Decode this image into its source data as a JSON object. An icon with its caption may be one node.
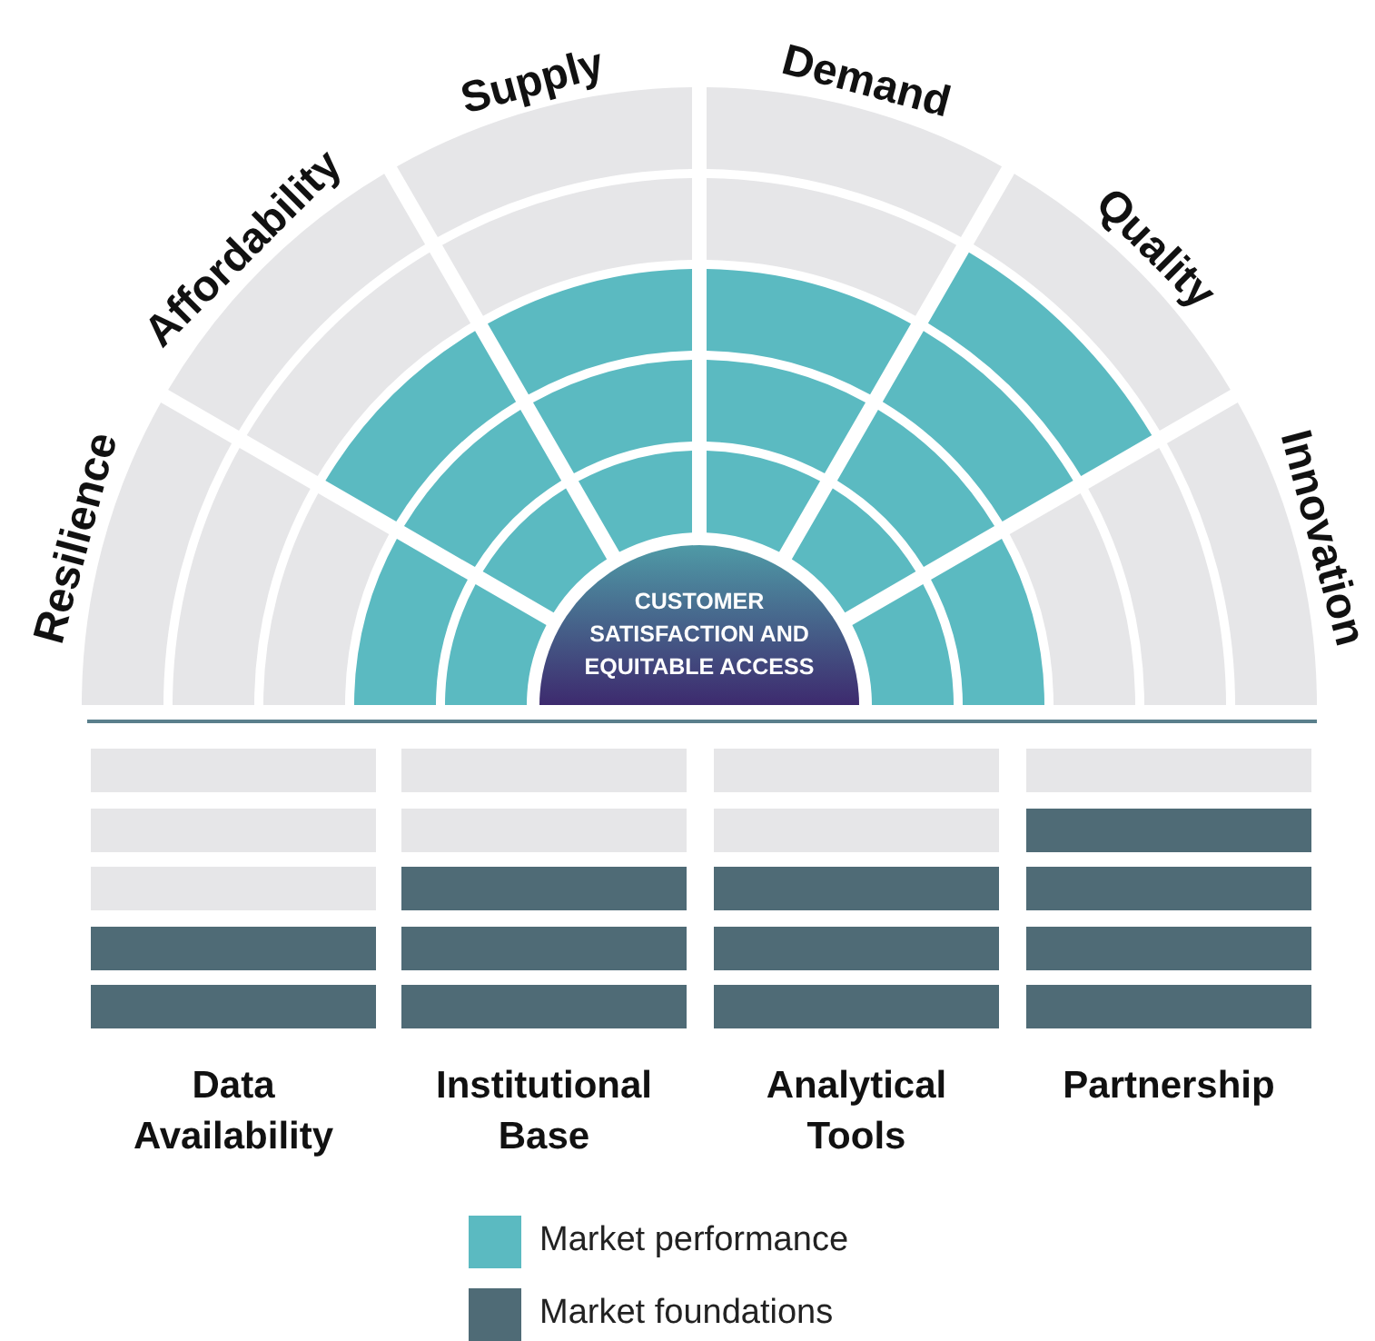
{
  "diagram": {
    "nodes": [
      {
        "text": [
          "CUSTOMER SATISFACTION AND EQUITABLE ACCESS"
        ]
      },
      {
        "text": [
          "Resilience"
        ]
      },
      {
        "text": [
          "Affordability"
        ]
      },
      {
        "text": [
          "Supply"
        ]
      },
      {
        "text": [
          "Demand"
        ]
      },
      {
        "text": [
          "Quality"
        ]
      },
      {
        "text": [
          "Innovation"
        ]
      },
      {
        "text": [
          "Data Availability"
        ]
      },
      {
        "text": [
          "Institutional Base"
        ]
      },
      {
        "text": [
          "Analytical Tools"
        ]
      },
      {
        "text": [
          "Partnership"
        ]
      }
    ],
    "edges": [],
    "legend": [
      {
        "text": "Market performance",
        "color": "#5bbac1"
      },
      {
        "text": "Market foundations",
        "color": "#4f6b76"
      }
    ]
  }
}
